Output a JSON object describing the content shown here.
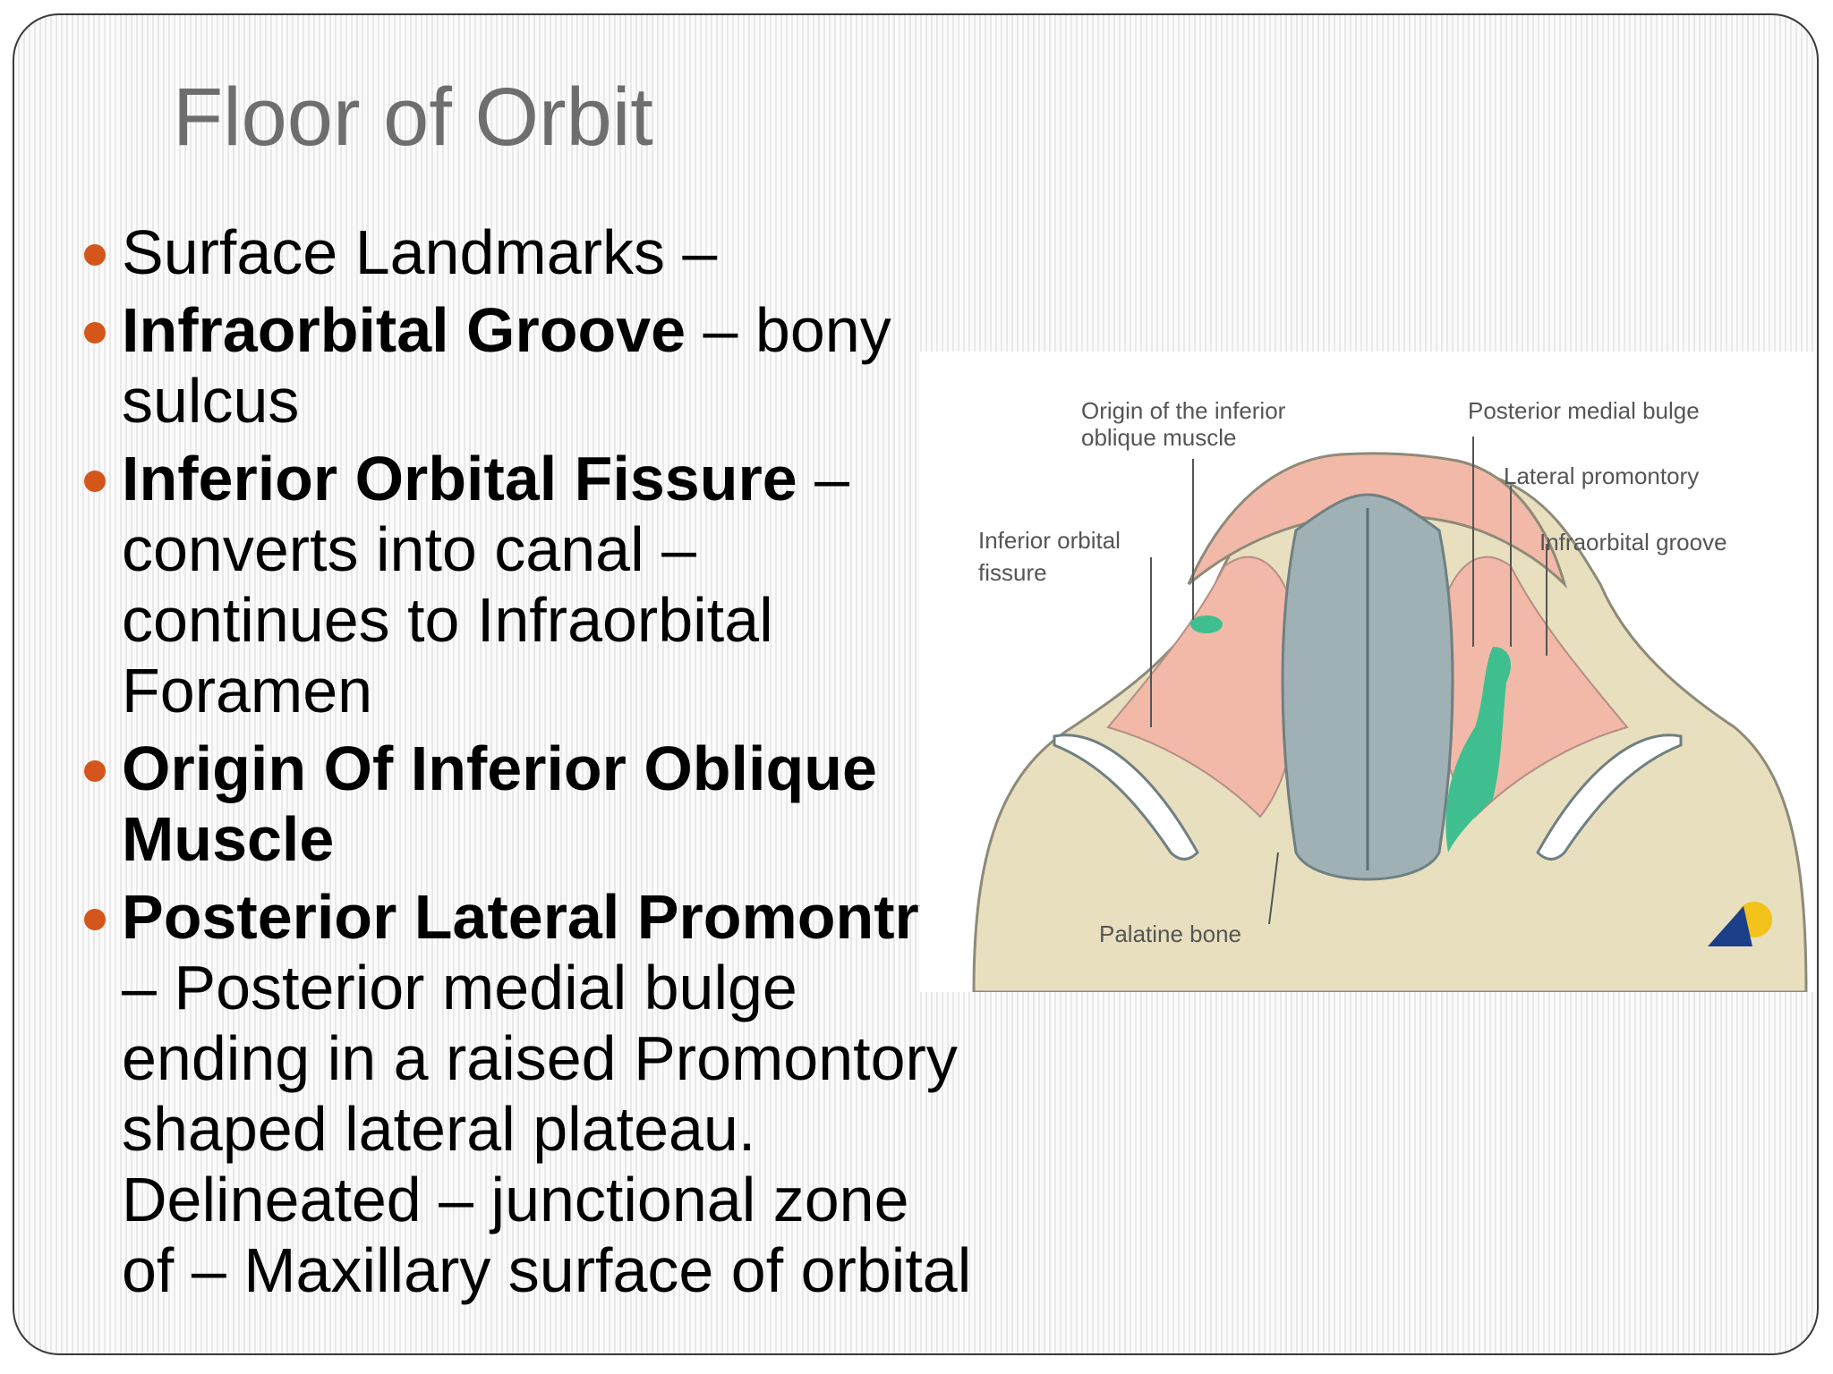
{
  "slide": {
    "title": "Floor of Orbit",
    "bullets": [
      {
        "bold": "",
        "text": "Surface Landmarks –"
      },
      {
        "bold": "Infraorbital Groove",
        "text": " – bony sulcus"
      },
      {
        "bold": "Inferior Orbital Fissure",
        "text": " – converts into canal – continues to Infraorbital Foramen"
      },
      {
        "bold": "Origin Of Inferior Oblique Muscle",
        "text": ""
      },
      {
        "bold": "Posterior Lateral Promontry",
        "text": " – Posterior medial bulge ending in a raised Promontory shaped lateral plateau. Delineated – junctional zone of – Maxillary surface of orbital"
      }
    ]
  },
  "figure": {
    "labels": {
      "origin_inferior_oblique_1": "Origin of the inferior",
      "origin_inferior_oblique_2": "oblique muscle",
      "posterior_medial_bulge": "Posterior medial bulge",
      "lateral_promontory": "Lateral promontory",
      "inferior_orbital_fissure_1": "Inferior orbital",
      "inferior_orbital_fissure_2": "fissure",
      "infraorbital_groove": "Infraorbital groove",
      "palatine_bone": "Palatine bone"
    }
  },
  "colors": {
    "bullet": "#d4561b",
    "title": "#6e6e6e",
    "bone": "#e8dfbf",
    "pink": "#f2b9a8",
    "grey_blue": "#9fb1b5",
    "green": "#3fbf8f"
  }
}
